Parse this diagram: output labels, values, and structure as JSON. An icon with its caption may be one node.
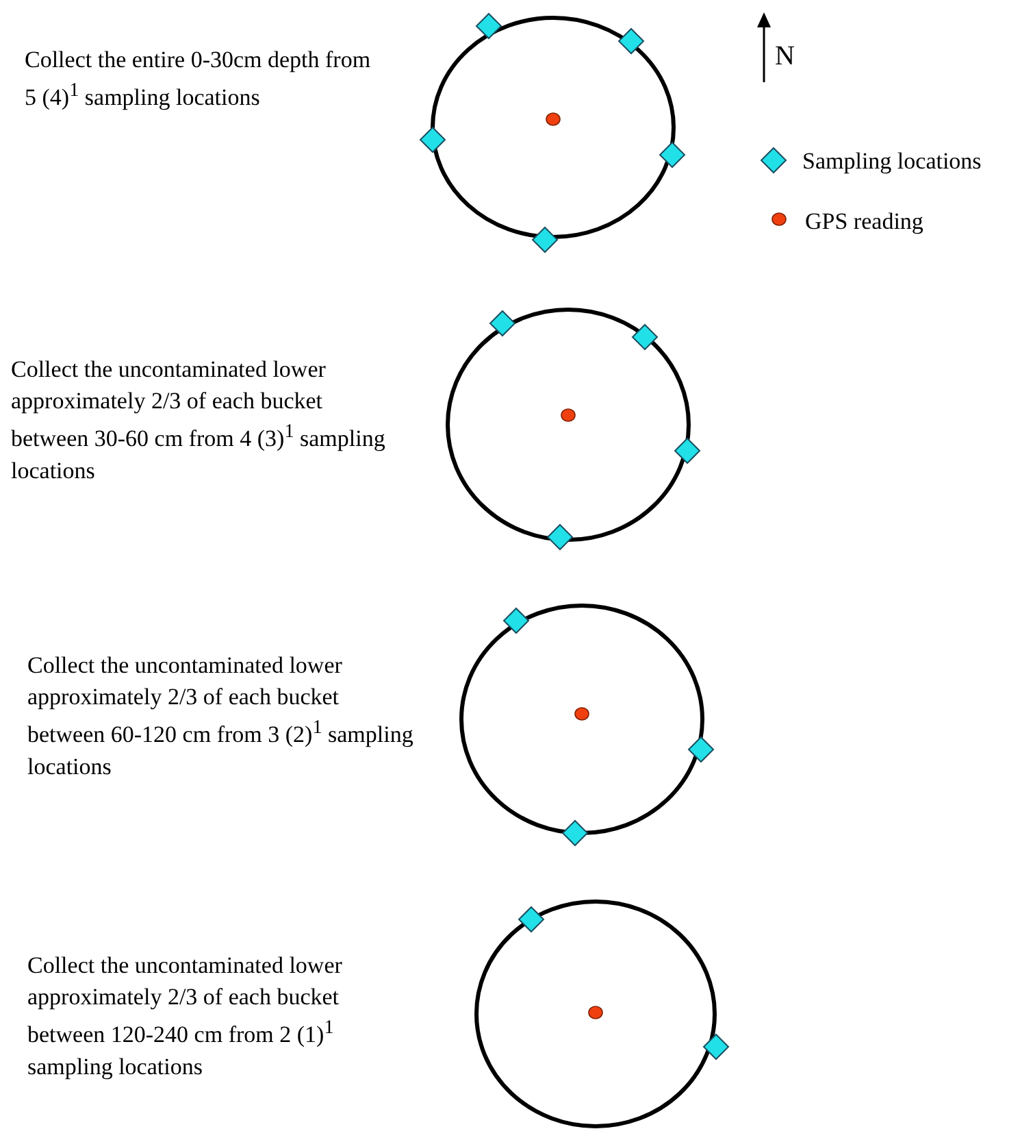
{
  "diagram": {
    "labels": [
      "Collect the entire 0-30cm depth from 5 (4)$^{1}$ sampling locations",
      "Collect the uncontaminated lower approximately 2/3 of each bucket between 30-60 cm from 4 (3)$^{1}$ sampling locations",
      "Collect the uncontaminated lower approximately 2/3 of each bucket between 60-120 cm from 3 (2)$^{1}$ sampling locations",
      "Collect the uncontaminated lower approximately 2/3 of each bucket between 120-240 cm from 2 (1)$^{1}$ sampling locations",
      "N"
    ],
    "legend": [
      {
        "text": "Sampling locations",
        "color": "#22e0e8"
      },
      {
        "text": "GPS reading",
        "color": "#f04010"
      }
    ]
  }
}
